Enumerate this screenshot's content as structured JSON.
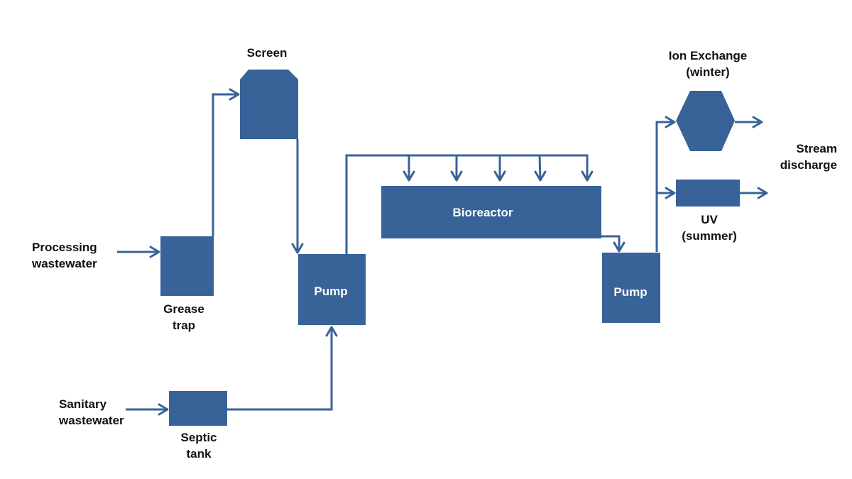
{
  "title": "Wastewater treatment process flow",
  "colors": {
    "equipment": "#386399",
    "text": "#111111",
    "inner_text": "#ffffff",
    "background": "#ffffff"
  },
  "inputs": {
    "processing": {
      "line1": "Processing",
      "line2": "wastewater"
    },
    "sanitary": {
      "line1": "Sanitary",
      "line2": "wastewater"
    }
  },
  "units": {
    "grease_trap": {
      "line1": "Grease",
      "line2": "trap"
    },
    "septic_tank": {
      "line1": "Septic",
      "line2": "tank"
    },
    "screen": {
      "label": "Screen"
    },
    "pump1": {
      "label": "Pump"
    },
    "bioreactor": {
      "label": "Bioreactor",
      "feed_points": 5
    },
    "pump2": {
      "label": "Pump"
    },
    "ion_exchange": {
      "line1": "Ion Exchange",
      "line2": "(winter)"
    },
    "uv": {
      "line1": "UV",
      "line2": "(summer)"
    }
  },
  "output": {
    "line1": "Stream",
    "line2": "discharge"
  },
  "flows": [
    "Processing wastewater → Grease trap",
    "Grease trap → Screen",
    "Screen → Pump",
    "Sanitary wastewater → Septic tank",
    "Septic tank → Pump",
    "Pump → Bioreactor (5 feed points)",
    "Bioreactor → Pump",
    "Pump → Ion Exchange (winter)",
    "Pump → UV (summer)",
    "Ion Exchange → Stream discharge",
    "UV → Stream discharge"
  ]
}
